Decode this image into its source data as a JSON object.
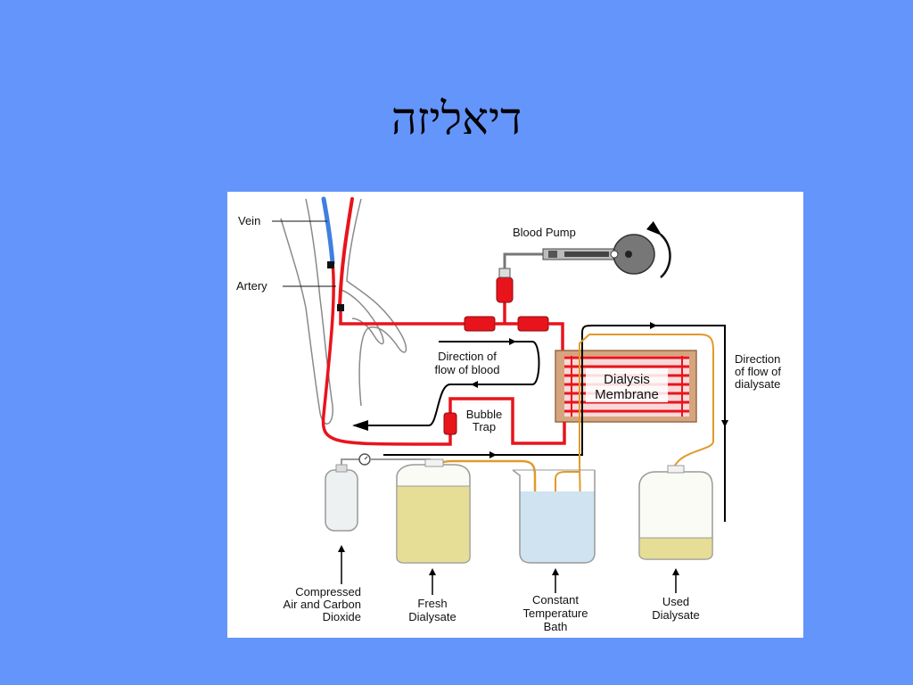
{
  "slide": {
    "title": "דיאליזה"
  },
  "diagram": {
    "labels": {
      "vein": "Vein",
      "artery": "Artery",
      "blood_pump": "Blood Pump",
      "flow_blood": [
        "Direction of",
        "flow of blood"
      ],
      "membrane": [
        "Dialysis",
        "Membrane"
      ],
      "flow_dialysate": [
        "Direction",
        "of flow of",
        "dialysate"
      ],
      "bubble_trap": [
        "Bubble",
        "Trap"
      ],
      "compressed_gas": [
        "Compressed",
        "Air and Carbon",
        "Dioxide"
      ],
      "fresh_dialysate": [
        "Fresh",
        "Dialysate"
      ],
      "bath": [
        "Constant",
        "Temperature",
        "Bath"
      ],
      "used_dialysate": [
        "Used",
        "Dialysate"
      ]
    },
    "colors": {
      "blood": "#e8141c",
      "vein": "#3f7fe0",
      "dialysate_tube": "#e09a2c",
      "fluid": "#e6dd96",
      "bath_water": "#cfe3f1",
      "membrane_box": "#d4a57f"
    }
  }
}
